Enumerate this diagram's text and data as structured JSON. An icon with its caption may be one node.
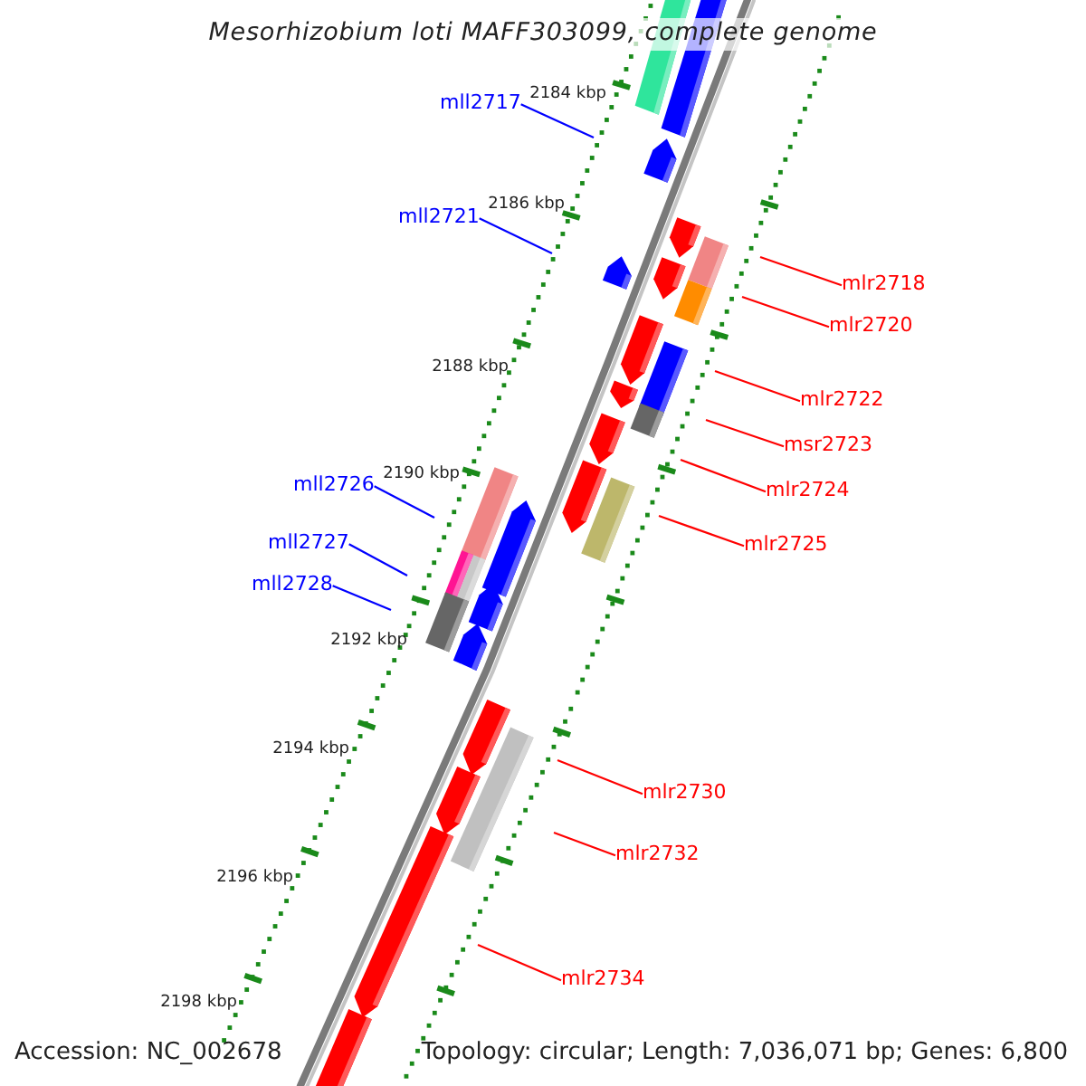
{
  "diagram": {
    "title": "Mesorhizobium loti MAFF303099, complete genome",
    "nodes": [
      {
        "text": [
          "mll2717"
        ]
      },
      {
        "text": [
          "mll2721"
        ]
      },
      {
        "text": [
          "mlr2718"
        ]
      },
      {
        "text": [
          "mlr2720"
        ]
      },
      {
        "text": [
          "mlr2722"
        ]
      },
      {
        "text": [
          "msr2723"
        ]
      },
      {
        "text": [
          "mlr2724"
        ]
      },
      {
        "text": [
          "mll2726"
        ]
      },
      {
        "text": [
          "mlr2725"
        ]
      },
      {
        "text": [
          "mll2727"
        ]
      },
      {
        "text": [
          "mll2728"
        ]
      },
      {
        "text": [
          "mlr2730"
        ]
      },
      {
        "text": [
          "mlr2732"
        ]
      },
      {
        "text": [
          "mlr2734"
        ]
      }
    ],
    "edges": [
      {
        "from": 0,
        "to": null,
        "arrow": "none",
        "color": "#0000ff"
      },
      {
        "from": 1,
        "to": null,
        "arrow": "none",
        "color": "#0000ff"
      },
      {
        "from": 2,
        "to": null,
        "arrow": "none"
      },
      {
        "from": 3,
        "to": null,
        "arrow": "none"
      },
      {
        "from": 4,
        "to": null,
        "arrow": "none"
      },
      {
        "from": 5,
        "to": null,
        "arrow": "none"
      },
      {
        "from": 6,
        "to": null,
        "arrow": "none"
      },
      {
        "from": 7,
        "to": null,
        "arrow": "none",
        "color": "#0000ff"
      },
      {
        "from": 8,
        "to": null,
        "arrow": "none"
      },
      {
        "from": 9,
        "to": null,
        "arrow": "none",
        "color": "#0000ff"
      },
      {
        "from": 10,
        "to": null,
        "arrow": "none",
        "color": "#0000ff"
      },
      {
        "from": 11,
        "to": null,
        "arrow": "none"
      },
      {
        "from": 12,
        "to": null,
        "arrow": "none"
      },
      {
        "from": 13,
        "to": null,
        "arrow": "none"
      }
    ],
    "labels": [
      "2184 kbp",
      "2186 kbp",
      "2188 kbp",
      "2190 kbp",
      "2192 kbp",
      "2194 kbp",
      "2196 kbp",
      "2198 kbp",
      "Accession: NC_002678",
      "Topology: circular; Length: 7,036,071 bp; Genes: 6,800"
    ]
  }
}
